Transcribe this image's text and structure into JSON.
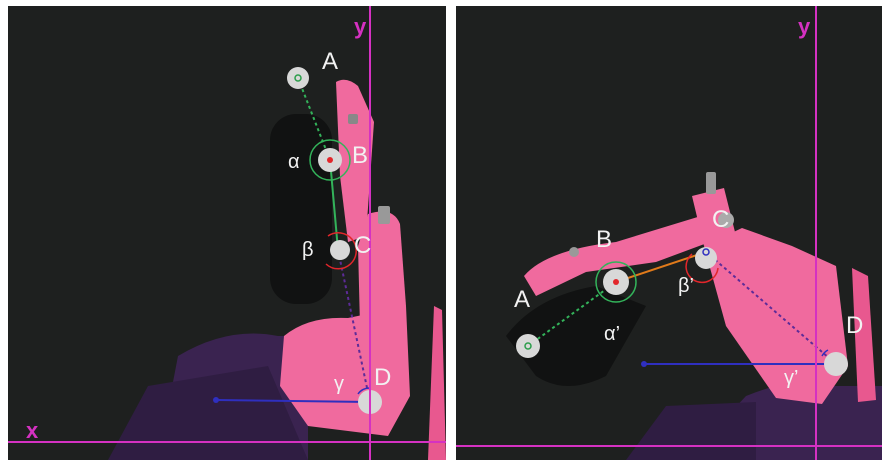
{
  "colors": {
    "axis": "#d531c2",
    "finger": "#f06a9e",
    "background": "#1e201f",
    "glove": "#3a2350",
    "link_green": "#33b35a",
    "link_purple": "#5d2b98",
    "link_blue": "#2f2fbf",
    "link_orange": "#e07a1a",
    "joint_red": "#e2262b",
    "label": "#f2f2f2"
  },
  "left_panel": {
    "axis_y": "y",
    "axis_x": "x",
    "joint_a": "A",
    "joint_b": "B",
    "joint_c": "C",
    "joint_d": "D",
    "angle_alpha": "α",
    "angle_beta": "β",
    "angle_gamma": "γ"
  },
  "right_panel": {
    "axis_y": "y",
    "joint_a": "A",
    "joint_b": "B",
    "joint_c": "C",
    "joint_d": "D",
    "angle_alpha": "α’",
    "angle_beta": "β’",
    "angle_gamma": "γ’"
  }
}
